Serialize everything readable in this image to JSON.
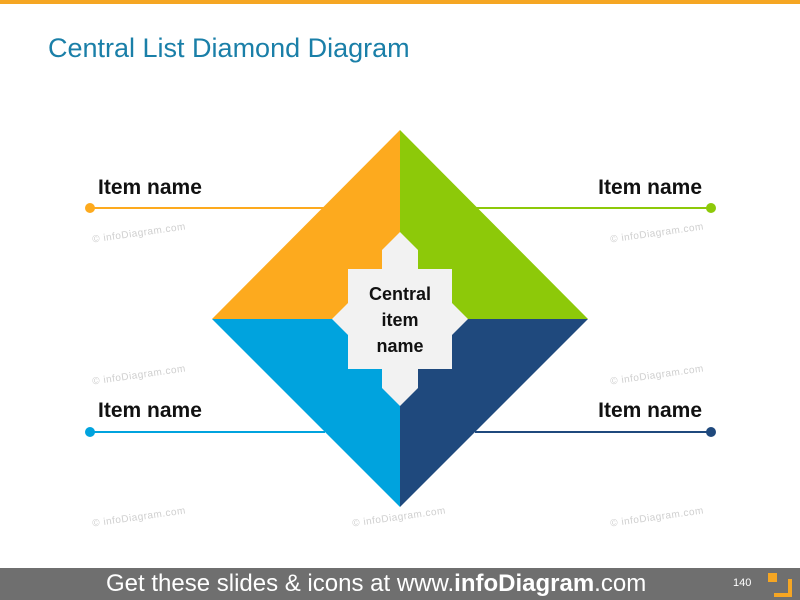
{
  "colors": {
    "accent": "#F5A623",
    "title": "#1A7FA8",
    "orange": "#FDAA1E",
    "green": "#8DC909",
    "blue": "#00A3DE",
    "navy": "#1F497D",
    "center": "#F2F2F2",
    "footer_bg": "#6F6F6F"
  },
  "title": "Central List Diamond Diagram",
  "diagram": {
    "center_label": [
      "Central",
      "item",
      "name"
    ],
    "items": [
      {
        "label": "Item name",
        "position": "top-left",
        "color": "#FDAA1E"
      },
      {
        "label": "Item name",
        "position": "top-right",
        "color": "#8DC909"
      },
      {
        "label": "Item name",
        "position": "bottom-left",
        "color": "#00A3DE"
      },
      {
        "label": "Item name",
        "position": "bottom-right",
        "color": "#1F497D"
      }
    ]
  },
  "watermarks": [
    "© infoDiagram.com"
  ],
  "footer": {
    "text_before": "Get these slides & icons at www.",
    "text_brand": "infoDiagram",
    "text_after": ".com",
    "page_number": "140"
  }
}
